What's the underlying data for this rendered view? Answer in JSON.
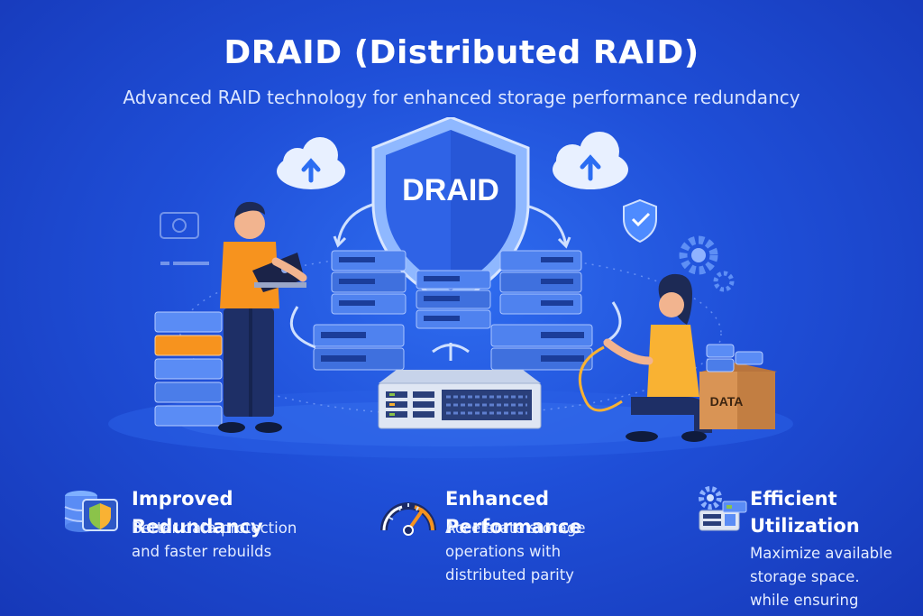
{
  "title": "DRAID (Distributed RAID)",
  "subtitle": "Advanced RAID technology for enhanced storage performance redundancy",
  "shield_label": "DRAID",
  "box_label": "DATA",
  "colors": {
    "bg": "#1f4fd8",
    "accent_orange": "#f7931e",
    "accent_yellow": "#f9b233",
    "accent_green": "#8bc34a"
  },
  "features": [
    {
      "title": "Improved Redundancy",
      "desc_line1": "Better data protection",
      "desc_line2": "and faster rebuilds",
      "icon": "database-shield-icon"
    },
    {
      "title": "Enhanced Performance",
      "desc_line1": "Accelerate storage",
      "desc_line2": "operations with",
      "desc_line3": "distributed parity",
      "icon": "speedometer-icon"
    },
    {
      "title_line1": "Efficient",
      "title_line2": "Utilization",
      "desc_line1": "Maximize available",
      "desc_line2": "storage space.",
      "desc_line3": "while ensuring",
      "icon": "server-gear-icon"
    }
  ]
}
